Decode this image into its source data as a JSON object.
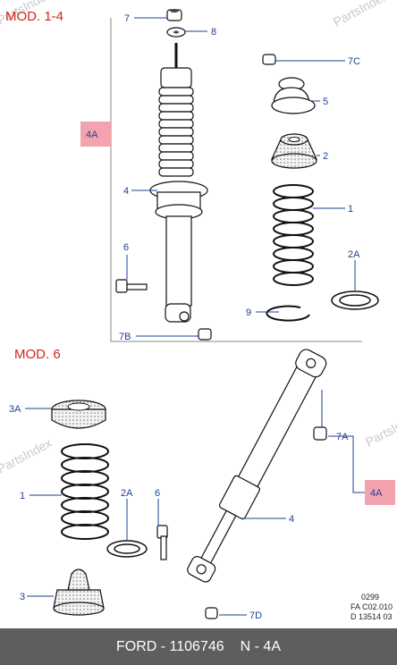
{
  "watermark": "PartsIndex",
  "sections": [
    {
      "title": "MOD. 1-4"
    },
    {
      "title": "MOD. 6"
    }
  ],
  "labels": {
    "l7": "7",
    "l8": "8",
    "l7c": "7C",
    "l5": "5",
    "l4a_top": "4A",
    "l2": "2",
    "l4_top": "4",
    "l1_top": "1",
    "l6_top": "6",
    "l2a_top": "2A",
    "l9": "9",
    "l7b": "7B",
    "l3a": "3A",
    "l7a": "7A",
    "l4a_bot": "4A",
    "l1_bot": "1",
    "l2a_bot": "2A",
    "l6_bot": "6",
    "l4_bot": "4",
    "l3": "3",
    "l7d": "7D"
  },
  "reference": {
    "line1": "0299",
    "line2": "FA C02.010",
    "line3": "D 13514 03"
  },
  "footer": {
    "brand_part": "FORD - 1106746",
    "code": "N - 4A"
  }
}
